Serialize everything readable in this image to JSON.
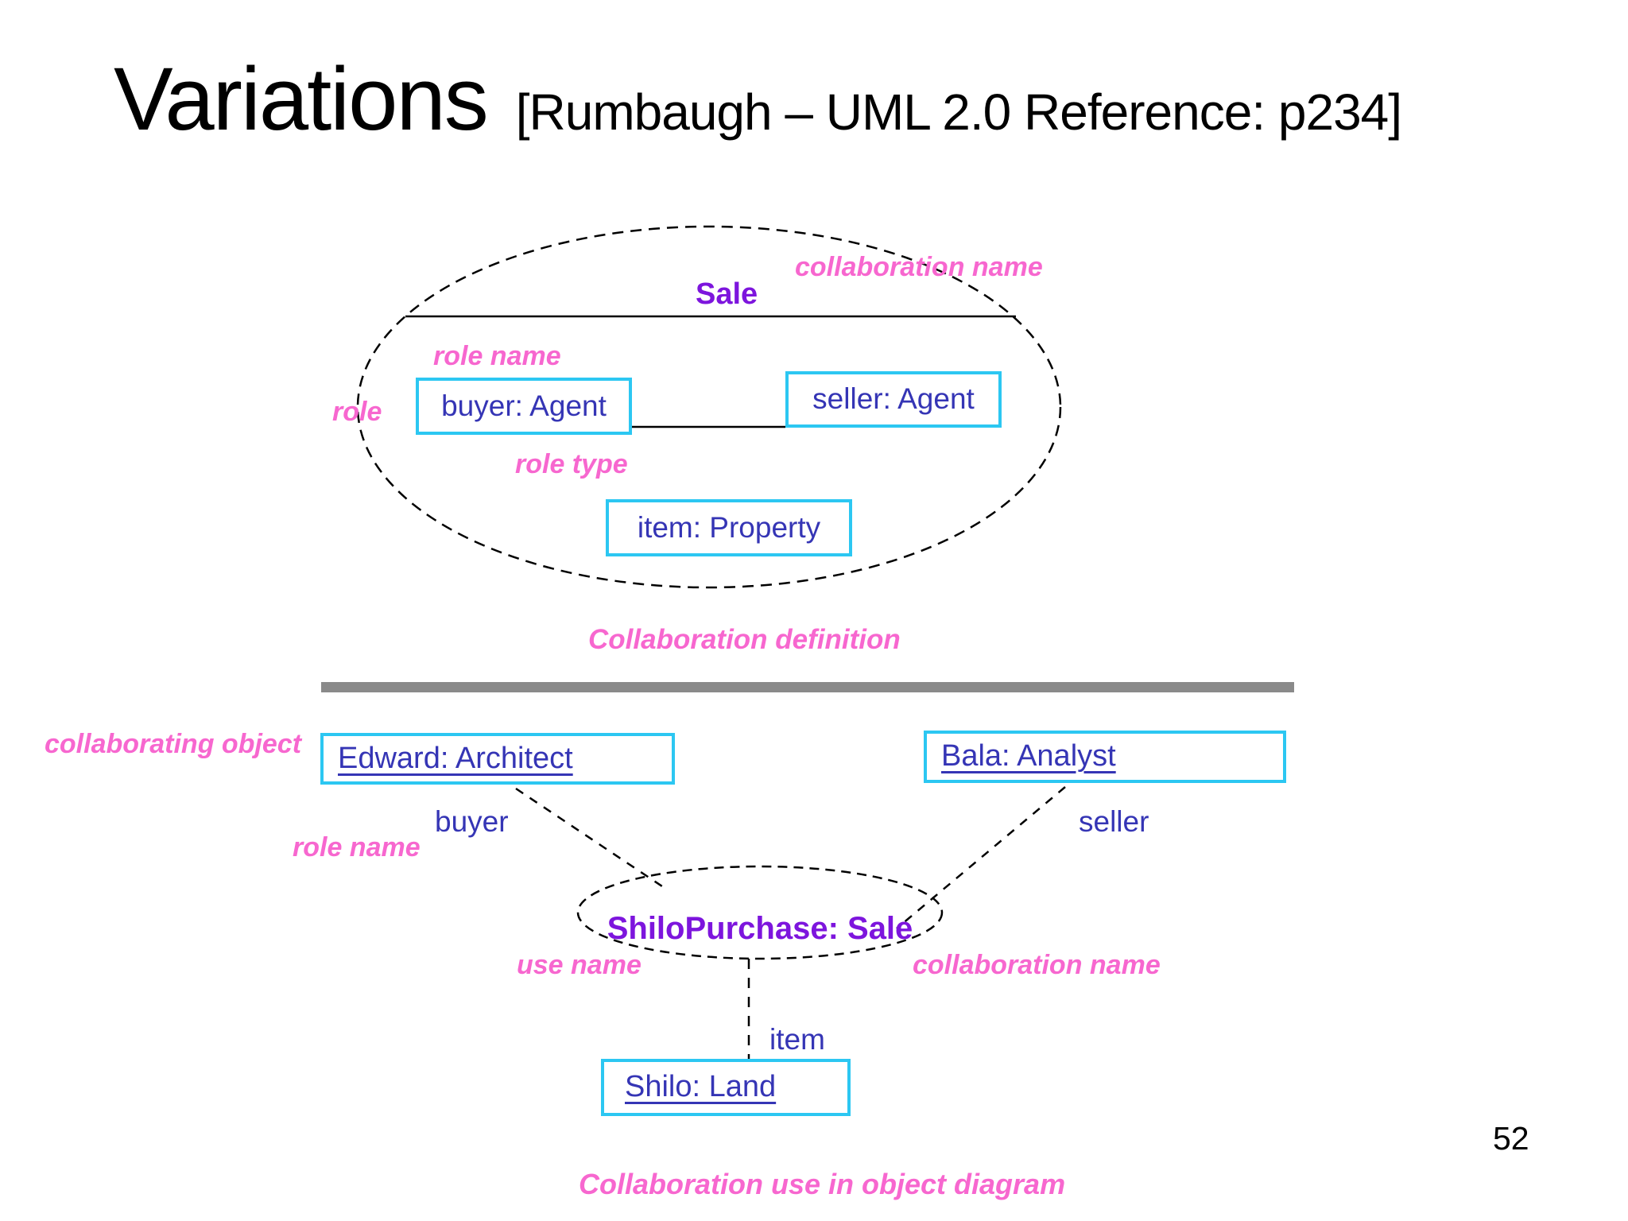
{
  "slide": {
    "title": "Variations",
    "reference": "[Rumbaugh – UML 2.0 Reference: p234]",
    "page_number": "52"
  },
  "colors": {
    "pink": "#f767cf",
    "purple": "#7d15dd",
    "blue": "#3535b5",
    "cyan": "#2cc7f2",
    "gray": "#8a8a8a",
    "black": "#000000"
  },
  "definition_diagram": {
    "collaboration_name_annotation": "collaboration name",
    "collaboration_name": "Sale",
    "role_name_annotation": "role name",
    "role_annotation": "role",
    "role_type_annotation": "role type",
    "buyer_role": "buyer: Agent",
    "seller_role": "seller: Agent",
    "item_role": "item: Property",
    "caption": "Collaboration definition"
  },
  "use_diagram": {
    "collaborating_object_annotation": "collaborating object",
    "buyer_object": "Edward: Architect",
    "seller_object": "Bala: Analyst",
    "item_object": "Shilo: Land",
    "buyer_role_label": "buyer",
    "seller_role_label": "seller",
    "item_role_label": "item",
    "role_name_annotation": "role name",
    "use_name": "ShiloPurchase: Sale",
    "use_name_annotation": "use name",
    "collaboration_name_annotation": "collaboration name",
    "caption": "Collaboration use in object diagram"
  }
}
